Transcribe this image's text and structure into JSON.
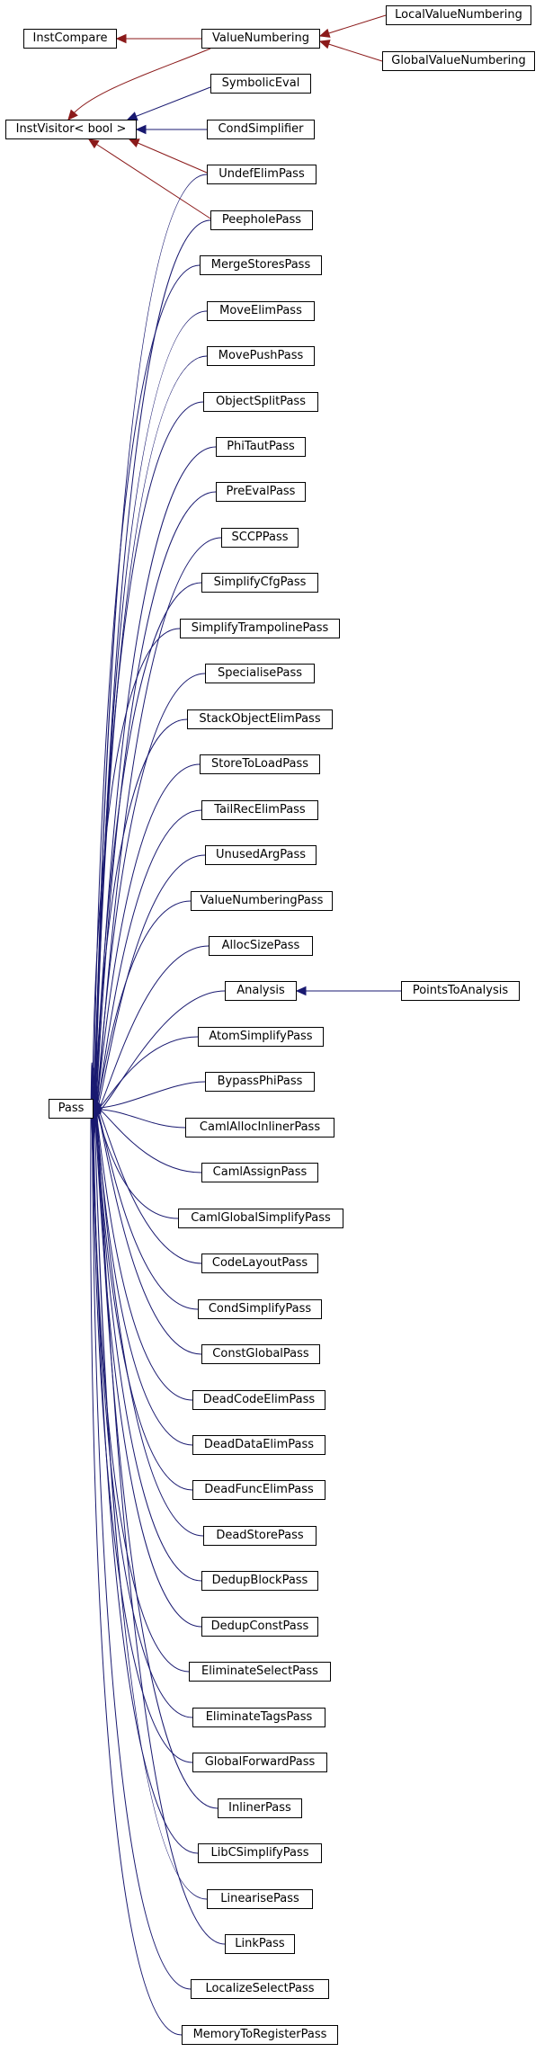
{
  "colors": {
    "inherit_edge": "#191970",
    "use_edge": "#8b1a1a",
    "node_border": "#000000",
    "background": "#ffffff"
  },
  "nodes": {
    "InstCompare": "InstCompare",
    "ValueNumbering": "ValueNumbering",
    "LocalValueNumbering": "LocalValueNumbering",
    "GlobalValueNumbering": "GlobalValueNumbering",
    "SymbolicEval": "SymbolicEval",
    "InstVisitor": "InstVisitor< bool >",
    "CondSimplifier": "CondSimplifier",
    "UndefElimPass": "UndefElimPass",
    "PeepholePass": "PeepholePass",
    "MergeStoresPass": "MergeStoresPass",
    "MoveElimPass": "MoveElimPass",
    "MovePushPass": "MovePushPass",
    "ObjectSplitPass": "ObjectSplitPass",
    "PhiTautPass": "PhiTautPass",
    "PreEvalPass": "PreEvalPass",
    "SCCPPass": "SCCPPass",
    "SimplifyCfgPass": "SimplifyCfgPass",
    "SimplifyTrampolinePass": "SimplifyTrampolinePass",
    "SpecialisePass": "SpecialisePass",
    "StackObjectElimPass": "StackObjectElimPass",
    "StoreToLoadPass": "StoreToLoadPass",
    "TailRecElimPass": "TailRecElimPass",
    "UnusedArgPass": "UnusedArgPass",
    "ValueNumberingPass": "ValueNumberingPass",
    "AllocSizePass": "AllocSizePass",
    "Analysis": "Analysis",
    "PointsToAnalysis": "PointsToAnalysis",
    "AtomSimplifyPass": "AtomSimplifyPass",
    "BypassPhiPass": "BypassPhiPass",
    "CamlAllocInlinerPass": "CamlAllocInlinerPass",
    "CamlAssignPass": "CamlAssignPass",
    "CamlGlobalSimplifyPass": "CamlGlobalSimplifyPass",
    "CodeLayoutPass": "CodeLayoutPass",
    "CondSimplifyPass": "CondSimplifyPass",
    "ConstGlobalPass": "ConstGlobalPass",
    "DeadCodeElimPass": "DeadCodeElimPass",
    "DeadDataElimPass": "DeadDataElimPass",
    "DeadFuncElimPass": "DeadFuncElimPass",
    "DeadStorePass": "DeadStorePass",
    "DedupBlockPass": "DedupBlockPass",
    "DedupConstPass": "DedupConstPass",
    "EliminateSelectPass": "EliminateSelectPass",
    "EliminateTagsPass": "EliminateTagsPass",
    "GlobalForwardPass": "GlobalForwardPass",
    "InlinerPass": "InlinerPass",
    "LibCSimplifyPass": "LibCSimplifyPass",
    "LinearisePass": "LinearisePass",
    "LinkPass": "LinkPass",
    "LocalizeSelectPass": "LocalizeSelectPass",
    "MemoryToRegisterPass": "MemoryToRegisterPass",
    "Pass": "Pass"
  }
}
